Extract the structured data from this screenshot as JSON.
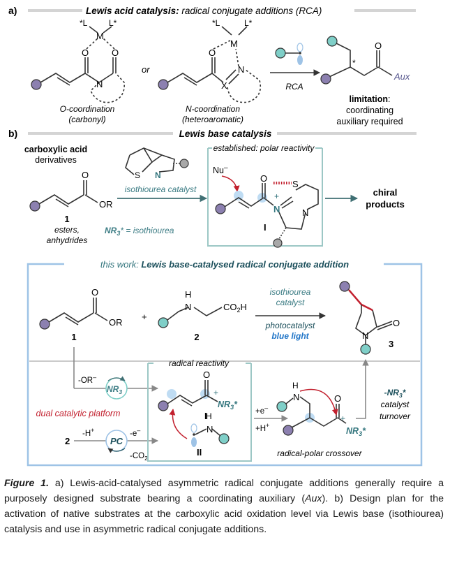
{
  "colors": {
    "bond": "#333333",
    "purple": "#8c80b0",
    "teal": "#7fcfc8",
    "grey": "#a8a8a8",
    "box_blue": "#9ec3e6",
    "box_teal": "#9cc7c5",
    "dark_teal": "#34767e",
    "arrow_teal": "#3f6f73",
    "red": "#c2202e",
    "blue_text": "#1f74c7",
    "label_teal": "#3c7c84",
    "highlight": "#bfdcf3"
  },
  "panel_a": {
    "letter": "a)",
    "heading_bold": "Lewis acid catalysis:",
    "heading_rest": " radical conjugate additions (RCA)",
    "ligand_left": "*L",
    "ligand_right": "L*",
    "metal": "M",
    "atom_O": "O",
    "atom_N": "N",
    "atom_X": "X",
    "or_text": "or",
    "o_coord_line1": "O-coordination",
    "o_coord_line2": "(carbonyl)",
    "n_coord_line1": "N-coordination",
    "n_coord_line2": "(heteroaromatic)",
    "arrow_label": "RCA",
    "product_aux": "Aux",
    "product_star": "*",
    "limitation_bold": "limitation",
    "limitation_colon": ":",
    "limitation_line2": "coordinating",
    "limitation_line3": "auxiliary required"
  },
  "panel_b": {
    "letter": "b)",
    "heading": "Lewis base catalysis",
    "substrate_title": "carboxylic acid",
    "substrate_sub": "derivatives",
    "substrate_OR": "OR",
    "substrate_O": "O",
    "substrate_num": "1",
    "esters": "esters,",
    "anhydrides": "anhydrides",
    "cat_S": "S",
    "cat_N": "N",
    "cat_label": "isothiourea catalyst",
    "nr3_def_italic": "NR",
    "nr3_sub": "3",
    "nr3_rest": "* = isothiourea",
    "established": "established: polar reactivity",
    "nu": "Nu",
    "nu_charge": "–",
    "int_O": "O",
    "int_S": "S",
    "int_N": "N",
    "int_Nplus": "N",
    "plus": "+",
    "int_label": "I",
    "chiral1": "chiral",
    "chiral2": "products"
  },
  "this_work": {
    "title_prefix": "this work: ",
    "title_bold": "Lewis base-catalysed radical conjugate addition",
    "s1_O": "O",
    "s1_OR": "OR",
    "s1_num": "1",
    "plus": "+",
    "s2_H": "H",
    "s2_N": "N",
    "s2_co2h": "CO",
    "s2_co2h_sub": "2",
    "s2_H_end": "H",
    "s2_num": "2",
    "cond_top1": "isothiourea",
    "cond_top2": "catalyst",
    "cond_bot1": "photocatalyst",
    "cond_bot2": "blue light",
    "prod_N": "N",
    "prod_O": "O",
    "prod_num": "3",
    "or_minus": "-OR",
    "or_minus_sup": "–",
    "nr3_circle": "NR",
    "nr3_circle_sub": "3",
    "dual": "dual catalytic platform",
    "num2": "2",
    "hplus": "-H",
    "hplus_sup": "+",
    "eminus": "-e",
    "eminus_sup": "–",
    "pc": "PC",
    "co2": "-CO",
    "co2_sub": "2",
    "radical_title": "radical reactivity",
    "int1_O": "O",
    "int1_NR3": "NR",
    "int1_NR3_sub": "3",
    "int1_star": "*",
    "int1_plus": "+",
    "int1_label": "I",
    "int2_H": "H",
    "int2_N": "N",
    "int2_label": "II",
    "plus_e": "+e",
    "plus_e_sup": "–",
    "plus_h": "+H",
    "plus_h_sup": "+",
    "cross_H": "H",
    "cross_N": "N",
    "cross_O": "O",
    "cross_NR3": "NR",
    "cross_NR3_sub": "3",
    "cross_star": "*",
    "cross_plus": "+",
    "cross_label": "radical-polar crossover",
    "turnover1_pre": "-NR",
    "turnover1_sub": "3",
    "turnover1_star": "*",
    "turnover2": "catalyst",
    "turnover3": "turnover"
  },
  "caption": {
    "figure": "Figure 1.",
    "a_label": " a)",
    "text1": " Lewis-acid-catalysed asymmetric radical conjugate additions generally require a purposely designed substrate bearing a coordinating auxiliary (",
    "aux": "Aux",
    "text2": "). b) Design plan for the activation of native substrates at the carboxylic acid oxidation level via Lewis base (isothiourea) catalysis and use in asymmetric radical conjugate additions."
  }
}
